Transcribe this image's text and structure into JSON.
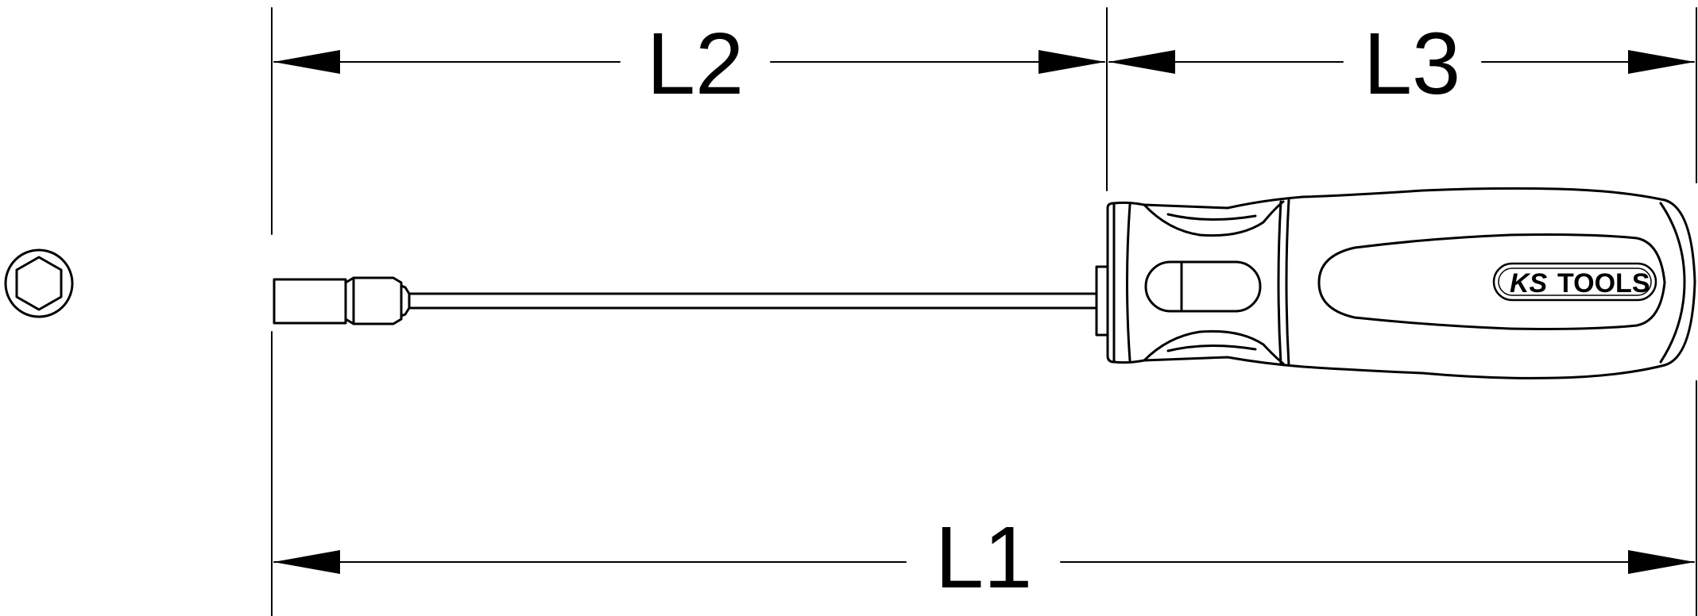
{
  "dimensions": {
    "l1": "L1",
    "l2": "L2",
    "l3": "L3"
  },
  "logo": {
    "brand_left": "KS",
    "brand_right": "TOOLS"
  },
  "colors": {
    "ink": "#000000",
    "background": "#ffffff"
  }
}
